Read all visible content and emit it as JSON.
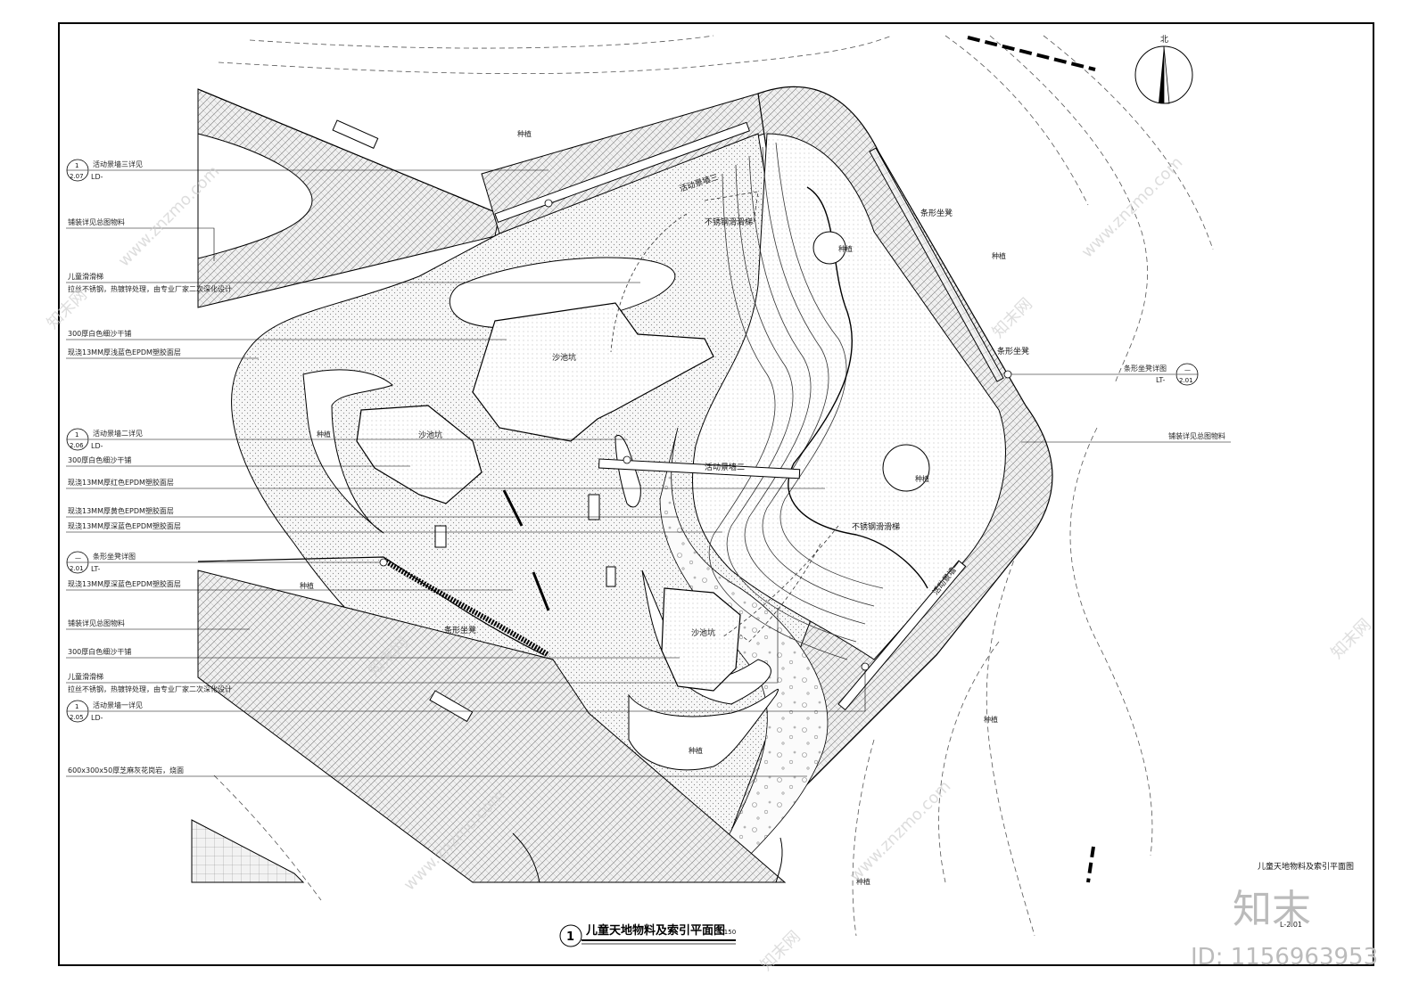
{
  "north_label": "北",
  "left_callouts": [
    {
      "text": "活动景墙三详见",
      "idx_top": "1",
      "idx_bottom": "2.07",
      "code": "LD-"
    },
    {
      "text": "铺装详见总图物料"
    },
    {
      "text": "儿童滑滑梯"
    },
    {
      "text": "拉丝不锈钢，热镀锌处理，由专业厂家二次深化设计"
    },
    {
      "text": "300厚白色细沙干铺"
    },
    {
      "text": "现浇13MM厚浅蓝色EPDM塑胶面层"
    },
    {
      "text": "活动景墙二详见",
      "idx_top": "1",
      "idx_bottom": "2.06",
      "code": "LD-"
    },
    {
      "text": "300厚白色细沙干铺"
    },
    {
      "text": "现浇13MM厚红色EPDM塑胶面层"
    },
    {
      "text": "现浇13MM厚黄色EPDM塑胶面层"
    },
    {
      "text": "现浇13MM厚深蓝色EPDM塑胶面层"
    },
    {
      "text": "条形坐凳详图",
      "idx_top": "—",
      "idx_bottom": "2.01",
      "code": "LT-"
    },
    {
      "text": "现浇13MM厚深蓝色EPDM塑胶面层"
    },
    {
      "text": "铺装详见总图物料"
    },
    {
      "text": "300厚白色细沙干铺"
    },
    {
      "text": "儿童滑滑梯"
    },
    {
      "text": "拉丝不锈钢，热镀锌处理，由专业厂家二次深化设计"
    },
    {
      "text": "活动景墙一详见",
      "idx_top": "1",
      "idx_bottom": "2.05",
      "code": "LD-"
    },
    {
      "text": "600x300x50厚芝麻灰花岗岩，烧面"
    }
  ],
  "right_callouts": [
    {
      "text": "条形坐凳详图",
      "idx_top": "—",
      "idx_bottom": "2.01",
      "code": "LT-"
    },
    {
      "text": "铺装详见总图物料"
    }
  ],
  "plan_labels": {
    "planting": "种植",
    "sandpit": "沙池坑",
    "wall_three": "活动景墙三",
    "wall_two": "活动景墙二",
    "wall_one": "活动景墙一",
    "slide": "不锈钢滑滑梯",
    "bench": "条形坐凳"
  },
  "drawing_title": {
    "number": "1",
    "text": "儿童天地物料及索引平面图",
    "scale": "1:150"
  },
  "sheet_title": "儿童天地物料及索引平面图",
  "sheet_code": "L-2.01",
  "watermark": {
    "logo": "知末",
    "id": "ID: 1156963953",
    "site": "www.znzmo.com",
    "brand": "知末网"
  }
}
